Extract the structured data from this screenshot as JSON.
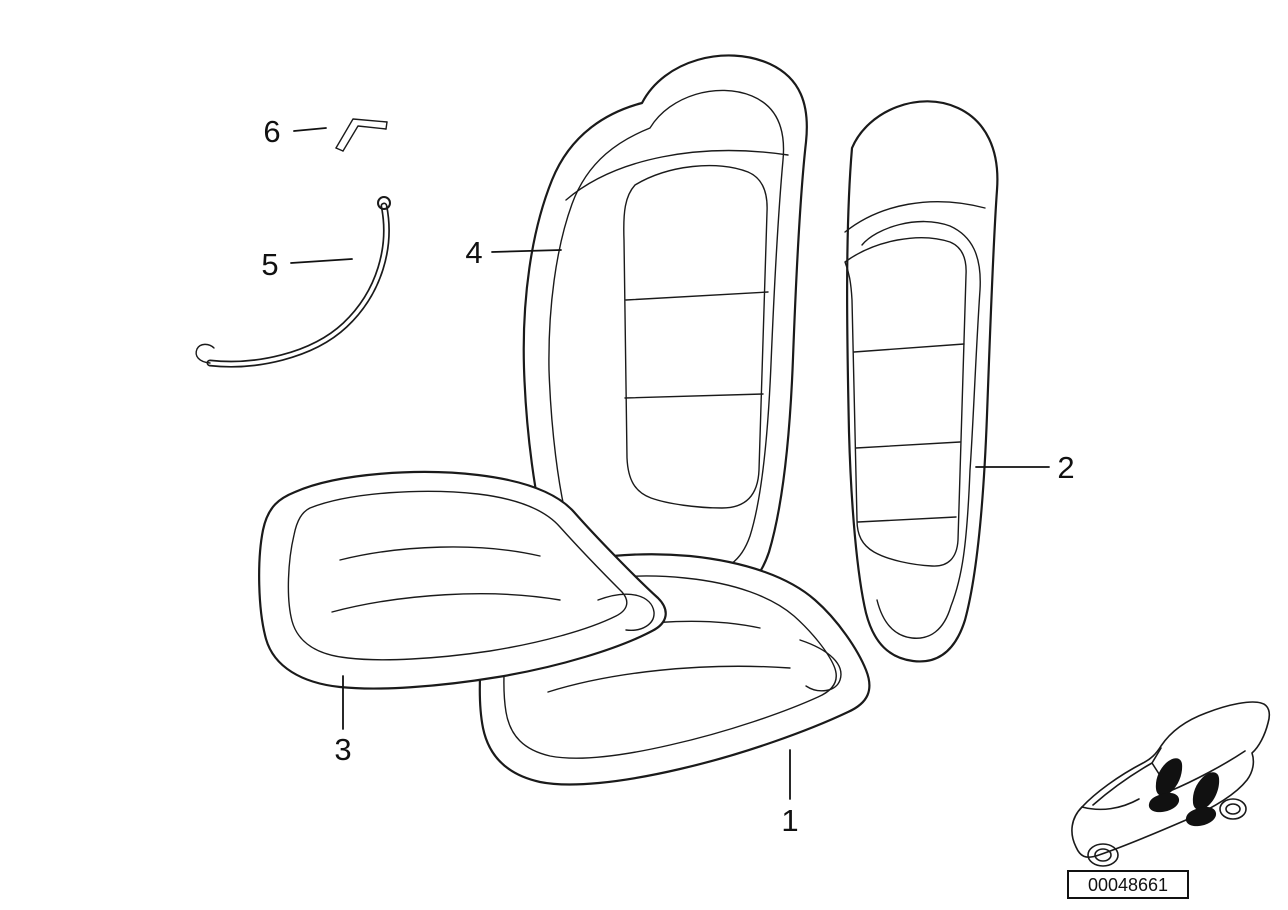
{
  "page": {
    "background": "#ffffff",
    "line_color": "#1a1a1a"
  },
  "diagram": {
    "kind": "exploded-parts-diagram",
    "subject": "seat covers and padding, front seats",
    "callouts": [
      {
        "label": "1",
        "points_to": "right seat cushion pad"
      },
      {
        "label": "2",
        "points_to": "rear backrest cover"
      },
      {
        "label": "3",
        "points_to": "left seat cushion cover"
      },
      {
        "label": "4",
        "points_to": "front backrest cover"
      },
      {
        "label": "5",
        "points_to": "curved retaining wire"
      },
      {
        "label": "6",
        "points_to": "retaining clip"
      }
    ],
    "footer": {
      "part_number": "00048661",
      "thumbnail": "car-with-highlighted-seats"
    }
  }
}
